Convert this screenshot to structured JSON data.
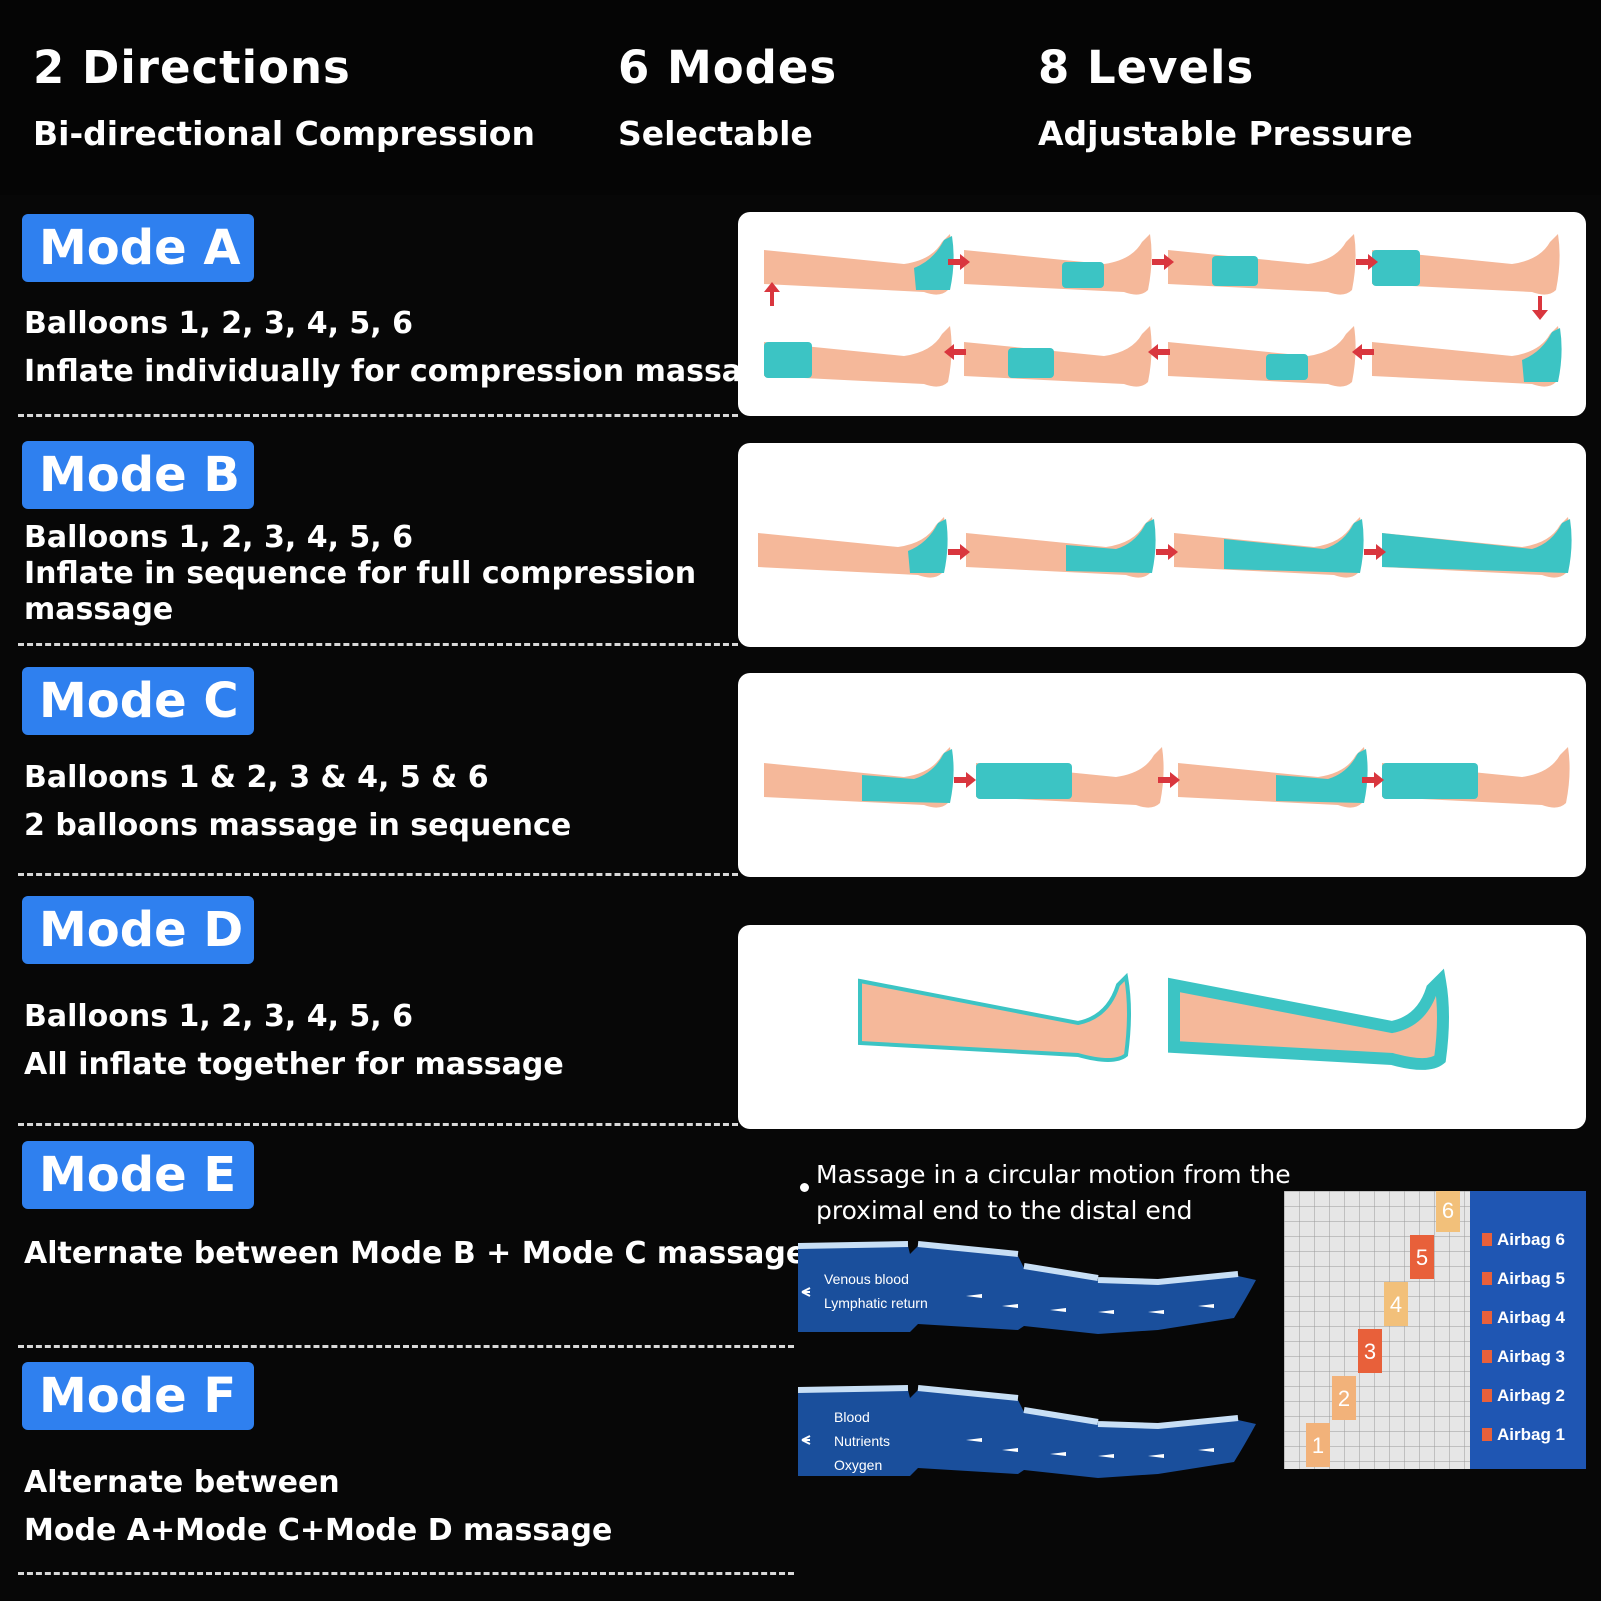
{
  "header": {
    "features": [
      {
        "title": "2 Directions",
        "subtitle": "Bi-directional Compression"
      },
      {
        "title": "6 Modes",
        "subtitle": "Selectable"
      },
      {
        "title": "8 Levels",
        "subtitle": "Adjustable Pressure"
      }
    ]
  },
  "modes": [
    {
      "label": "Mode A",
      "lines": [
        "Balloons 1, 2, 3, 4, 5, 6",
        "Inflate individually for compression massage"
      ]
    },
    {
      "label": "Mode B",
      "lines": [
        "Balloons 1, 2, 3, 4, 5, 6",
        "Inflate in sequence for full compression",
        "massage"
      ]
    },
    {
      "label": "Mode C",
      "lines": [
        "Balloons 1 & 2, 3 & 4, 5 & 6",
        "2 balloons massage in sequence"
      ]
    },
    {
      "label": "Mode D",
      "lines": [
        "Balloons 1, 2, 3, 4, 5, 6",
        "All inflate together for massage"
      ]
    },
    {
      "label": "Mode E",
      "lines": [
        "Alternate between Mode B + Mode C massage"
      ]
    },
    {
      "label": "Mode F",
      "lines": [
        "Alternate between",
        "Mode A+Mode C+Mode D massage"
      ]
    }
  ],
  "circulation": {
    "caption": [
      "Massage in a circular motion from the",
      "proximal end to the distal end"
    ],
    "flow_top": [
      "Venous blood",
      "Lymphatic return"
    ],
    "flow_bottom": [
      "Blood",
      "Nutrients",
      "Oxygen"
    ]
  },
  "airbag_chart": {
    "steps": [
      "1",
      "2",
      "3",
      "4",
      "5",
      "6"
    ],
    "legend": [
      "Airbag 6",
      "Airbag 5",
      "Airbag 4",
      "Airbag 3",
      "Airbag 2",
      "Airbag 1"
    ]
  },
  "colors": {
    "badge": "#2f80ef",
    "skin": "#f5b89a",
    "cuff": "#3cc4c4",
    "arrow": "#d9363e",
    "flow_blue": "#1a4f9c",
    "chart_panel": "#1f56b3",
    "step_orange": "#e8603a"
  }
}
